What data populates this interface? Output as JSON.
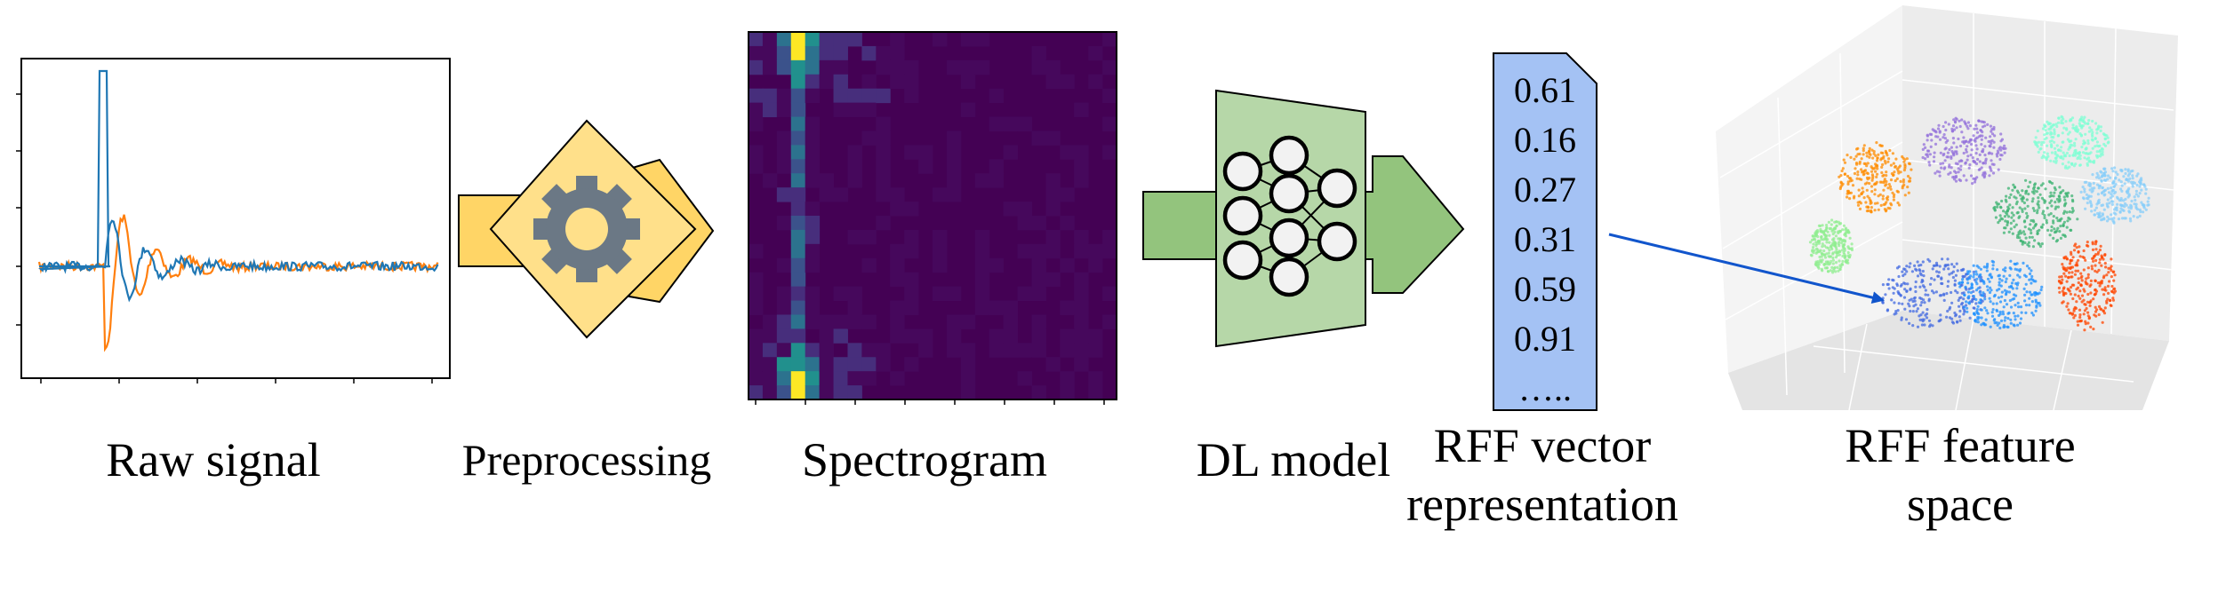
{
  "stages": {
    "raw_signal": "Raw signal",
    "preprocessing": "Preprocessing",
    "spectrogram": "Spectrogram",
    "dl_model": "DL model",
    "rff_vector_line1": "RFF vector",
    "rff_vector_line2": "representation",
    "rff_space_line1": "RFF feature",
    "rff_space_line2": "space"
  },
  "rff_vector_values": [
    "0.61",
    "0.16",
    "0.27",
    "0.31",
    "0.59",
    "0.91",
    "….."
  ],
  "colors": {
    "signal_a": "#1f77b4",
    "signal_b": "#ff7f0e",
    "preproc_fill": "#ffe08a",
    "preproc_arrow": "#ffd566",
    "gear": "#6b7885",
    "spectro_bg": "#440154",
    "dl_fill": "#b6d7a8",
    "dl_arrow": "#93c47d",
    "vector_fill": "#a4c2f4",
    "pointer_arrow": "#1155cc"
  },
  "clusters": [
    "#7fffd4",
    "#9370db",
    "#4169e1",
    "#ff8c00",
    "#90ee90",
    "#1e90ff",
    "#ff4500",
    "#3cb371",
    "#87cefa"
  ]
}
